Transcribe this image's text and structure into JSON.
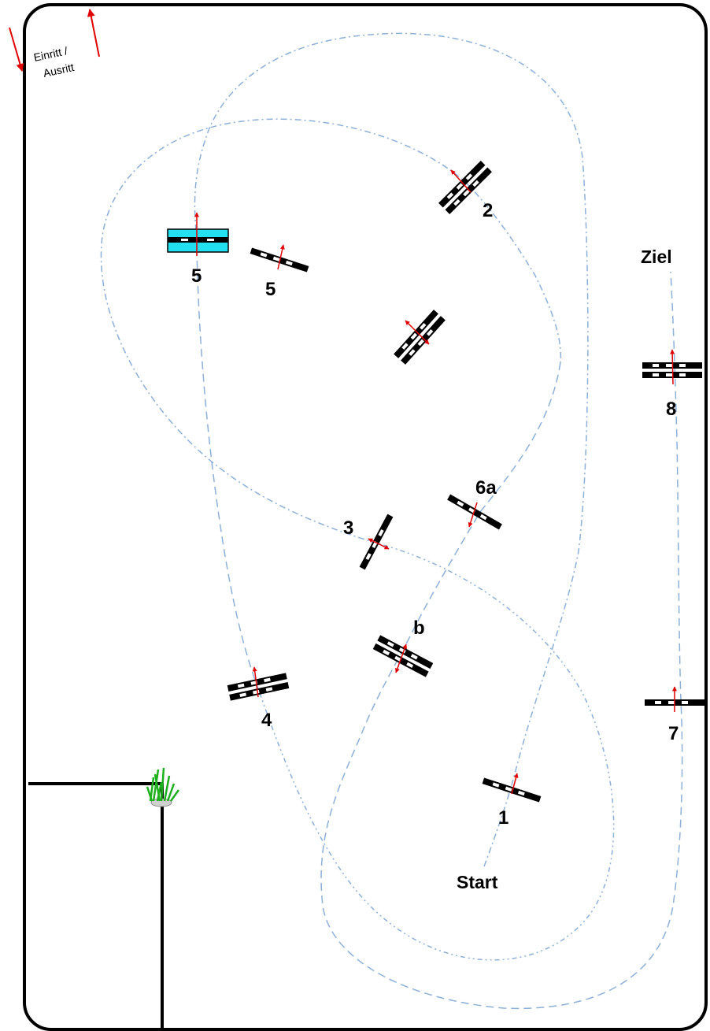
{
  "entrance": {
    "line1": "Einritt /",
    "line2": "Ausritt"
  },
  "labels": {
    "start": "Start",
    "finish": "Ziel",
    "f1": "1",
    "f2": "2",
    "f3": "3",
    "f4": "4",
    "f5a": "5",
    "f5b": "5",
    "f6a": "6a",
    "f6b": "b",
    "f7": "7",
    "f8": "8"
  },
  "colors": {
    "path": "#8cb0d8",
    "arrow": "#e00000",
    "water": "#22e0f0",
    "fence": "#000000"
  },
  "icons": {
    "plant": "grass-plant-icon"
  }
}
